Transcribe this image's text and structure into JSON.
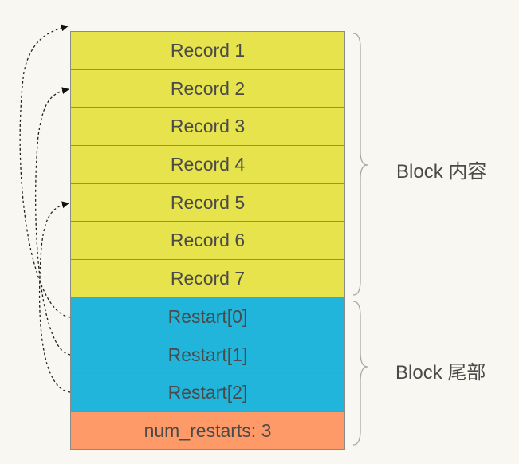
{
  "block": {
    "records": [
      "Record 1",
      "Record 2",
      "Record 3",
      "Record 4",
      "Record 5",
      "Record 6",
      "Record 7"
    ],
    "restarts": [
      "Restart[0]",
      "Restart[1]",
      "Restart[2]"
    ],
    "num_restarts": "num_restarts: 3"
  },
  "labels": {
    "content": "Block  内容",
    "trailer": "Block  尾部"
  },
  "colors": {
    "record_fill": "#e6e34d",
    "restart_fill": "#22b5dc",
    "num_restarts_fill": "#fd9a68",
    "background": "#f8f7f1",
    "text": "#4a4a4a"
  }
}
